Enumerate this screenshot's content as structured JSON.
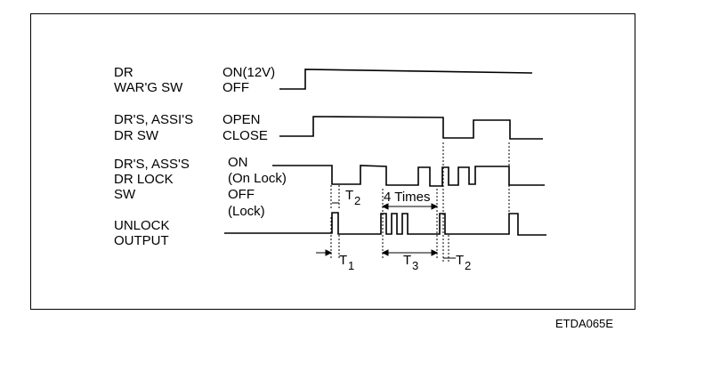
{
  "signals": [
    {
      "name_lines": [
        "DR",
        "WAR'G SW"
      ],
      "state_high": "ON(12V)",
      "state_low": "OFF"
    },
    {
      "name_lines": [
        "DR'S, ASSI'S",
        "DR SW"
      ],
      "state_high": "OPEN",
      "state_low": "CLOSE"
    },
    {
      "name_lines": [
        "DR'S, ASS'S",
        "DR LOCK",
        "SW"
      ],
      "state_high_lines": [
        "ON",
        "(On Lock)"
      ],
      "state_low_lines": [
        "OFF",
        "(Lock)"
      ]
    },
    {
      "name_lines": [
        "UNLOCK",
        "OUTPUT"
      ]
    }
  ],
  "annotations": {
    "four_times": "4 Times",
    "t1_main": "T",
    "t1_sub": "1",
    "t2_main": "T",
    "t2_sub": "2",
    "t3_main": "T",
    "t3_sub": "3",
    "t2b_main": "T",
    "t2b_sub": "2"
  },
  "figure_code": "ETDA065E"
}
